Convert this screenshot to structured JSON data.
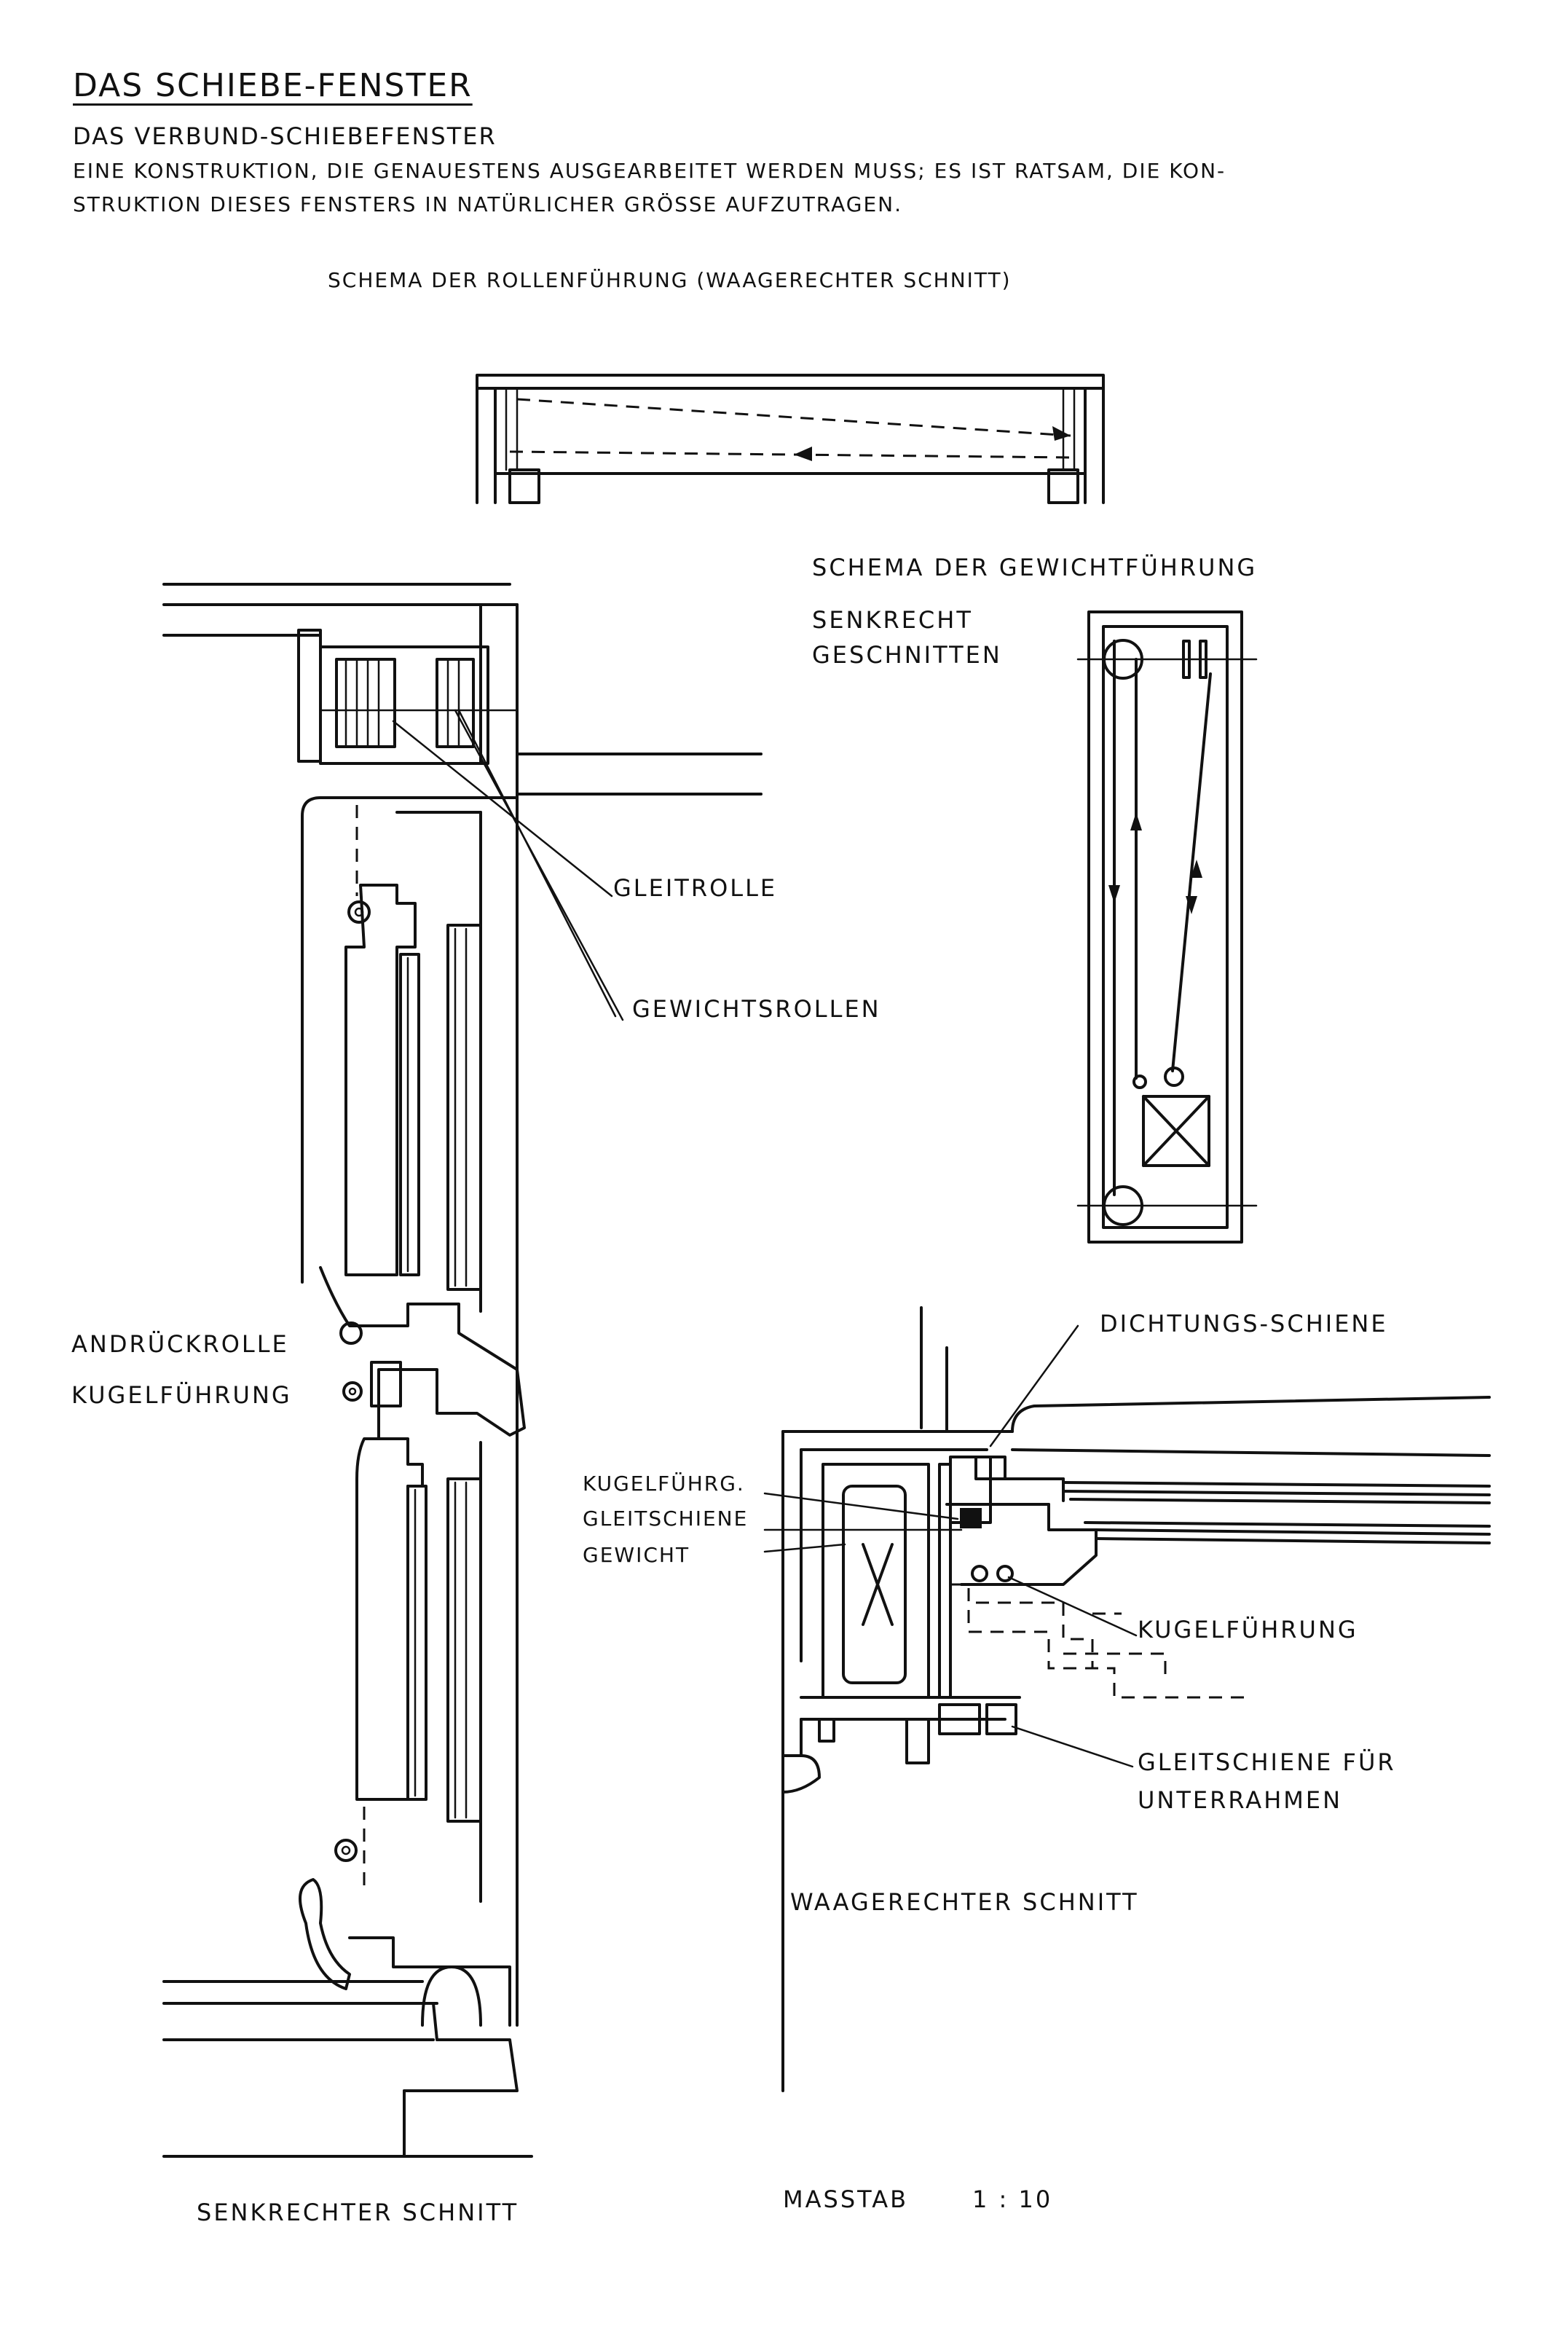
{
  "header": {
    "title": "DAS SCHIEBE-FENSTER",
    "subtitle": "DAS VERBUND-SCHIEBEFENSTER",
    "intro_line1": "EINE KONSTRUKTION, DIE GENAUESTENS AUSGEARBEITET WERDEN MUSS; ES IST RATSAM, DIE KON-",
    "intro_line2": "STRUKTION DIESES FENSTERS IN NATÜRLICHER GRÖSSE AUFZUTRAGEN."
  },
  "schema_rollen": {
    "caption": "SCHEMA DER ROLLENFÜHRUNG (WAAGERECHTER SCHNITT)"
  },
  "schema_gewicht": {
    "caption": "SCHEMA DER GEWICHTFÜHRUNG",
    "sub_line1": "SENKRECHT",
    "sub_line2": "GESCHNITTEN"
  },
  "vertical_section": {
    "labels": {
      "gleitrolle": "GLEITROLLE",
      "gewichtsrollen": "GEWICHTSROLLEN",
      "andrueckrolle": "ANDRÜCKROLLE",
      "kugelfuehrung": "KUGELFÜHRUNG"
    },
    "caption": "SENKRECHTER SCHNITT"
  },
  "horizontal_section": {
    "labels": {
      "dichtungs_schiene": "DICHTUNGS-SCHIENE",
      "kugelfuehrg": "KUGELFÜHRG.",
      "gleitschiene": "GLEITSCHIENE",
      "gewicht": "GEWICHT",
      "kugelfuehrung": "KUGELFÜHRUNG",
      "gleitschiene_fuer_line1": "GLEITSCHIENE FÜR",
      "gleitschiene_fuer_line2": "UNTERRAHMEN"
    },
    "caption": "WAAGERECHTER SCHNITT"
  },
  "scale": {
    "label": "MASSTAB",
    "value": "1 : 10"
  }
}
